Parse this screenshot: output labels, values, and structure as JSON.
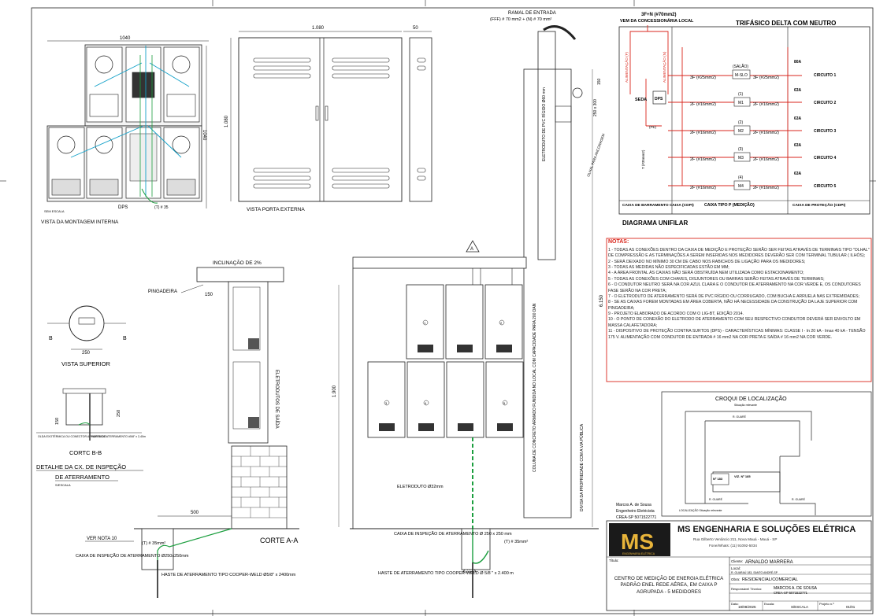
{
  "views": {
    "montagem_interna": {
      "title": "VISTA DA MONTAGEM INTERNA",
      "dim_width": "1040",
      "dim_height": "1040",
      "dps_label": "DPS",
      "ground_label": "(T) # 35",
      "scale": "SEM ESCALA"
    },
    "porta_externa": {
      "title": "VISTA PORTA EXTERNA",
      "dim_width": "1.080",
      "dim_side": "50",
      "dim_height": "1.080"
    },
    "vista_superior": {
      "title": "VISTA SUPERIOR",
      "dim": "250",
      "section_b": "B"
    },
    "corte_bb": {
      "title": "CORTC B-B",
      "note_left": "OLDA EXOTÉRMICA OU CONECTOR APROPRIADO",
      "note_right": "HASTE DE ATERRAMENTO #5/8\" x 2,40m",
      "dim_150": "150",
      "dim_250": "250"
    },
    "detalhe": {
      "title_line1": "DETALHE DA CX. DE INSPEÇÃO",
      "title_line2": "DE ATERRAMENTO",
      "scale": "S/ESCALA"
    },
    "corte_aa": {
      "title": "CORTE A-A",
      "inclinacao": "INCLINAÇÃO DE 2%",
      "pingadeira": "PINGADEIRA",
      "dim_150": "150",
      "eletrodutos": "ELETRODUTOS DE SAÍDA",
      "dim_500": "500",
      "ver_nota": "VER NOTA 10",
      "caixa_inspecao": "CAIXA DE INSPEÇÃO DE ATERRAMENTO Ø250x250mm",
      "ground": "(T) # 35mm²",
      "haste": "HASTE DE ATERRAMENTO TIPO COOPER-WELD Ø5/8\" x 2400mm"
    },
    "fachada": {
      "ramal_title": "RAMAL DE ENTRADA",
      "ramal_spec": "(FFF) # 70 mm2 + (N) # 70 mm²",
      "poste_label": "ELETRODUTO DE PVC RÍGIDO Ø60 mm",
      "coluna_label": "COLUNA DE CONCRETO ARMADO FUNDIDA NO LOCAL COM CAPACIDADE PARA 200 DAN",
      "divisa_label": "DIVISA DA PROPRIEDADE COM A VIA PÚBLICA",
      "olhal_label": "OLHAL PARA ANCORAGEM",
      "dim_150": "150",
      "dim_250": "250 x 300",
      "dim_6150": "6.150",
      "dim_1900": "1.900",
      "eletroduto": "ELETRODUTO Ø32mm",
      "caixa_inspecao": "CAIXA DE INSPEÇÃO DE ATERRAMENTO Ø 250 x 250 mm",
      "ground": "(T) # 35mm²",
      "haste": "HASTE DE ATERRAMENTO TIPO COOPER-WELD Ø 5/8 \" x 2.400 m",
      "section_a": "A",
      "meters": [
        "1",
        "2",
        "3",
        "4",
        "5"
      ]
    },
    "unifilar": {
      "title": "DIAGRAMA UNIFILAR",
      "subtitle": "TRIFÁSICO DELTA COM NEUTRO",
      "entry": "3F+N (#70mm2)",
      "entry_sub": "VEM DA CONCESSIONÁRIA LOCAL",
      "alim1": "ALIMENTAÇÃO (F)",
      "alim2": "ALIMENTAÇÃO (N)",
      "seda": "SEDA",
      "dps": "DPS",
      "pe": "(PE)",
      "terra": "T (#35mm2)",
      "rows": [
        {
          "left": "3F (#25mm2)",
          "meter_tag": "(SALÃO)",
          "meter": "M-SLO",
          "right": "3F (#25mm2)",
          "breaker": "80A",
          "circuit": "CIRCUITO 1"
        },
        {
          "left": "2F (#16mm2)",
          "meter_tag": "(1)",
          "meter": "M1",
          "right": "2F (#16mm2)",
          "breaker": "63A",
          "circuit": "CIRCUITO 2"
        },
        {
          "left": "2F (#16mm2)",
          "meter_tag": "(2)",
          "meter": "M2",
          "right": "2F (#16mm2)",
          "breaker": "63A",
          "circuit": "CIRCUITO 3"
        },
        {
          "left": "2F (#16mm2)",
          "meter_tag": "(3)",
          "meter": "M3",
          "right": "2F (#16mm2)",
          "breaker": "63A",
          "circuit": "CIRCUITO 4"
        },
        {
          "left": "2F (#16mm2)",
          "meter_tag": "(4)",
          "meter": "M4",
          "right": "2F (#16mm2)",
          "breaker": "63A",
          "circuit": "CIRCUITO 5"
        }
      ],
      "footer": [
        "CAIXA DE BARRAMENTO CAIXA (CDPI)",
        "CAIXA TIPO P (MEDIÇÃO)",
        "CAIXA DE PROTEÇÃO (CDPI)"
      ]
    },
    "notes": {
      "title": "NOTAS:",
      "items": [
        "1 - TODAS AS CONEXÕES DENTRO DA CAIXA DE MEDIÇÃO E PROTEÇÃO SERÃO SER FEITAS ATRAVÉS DE TERMINAIS TIPO \"OLHAL\" DE COMPRESSÃO E AS TERMINAÇÕES A SEREM INSERIDAS NOS MEDIDORES DEVERÃO SER COM TERMINAL TUBULAR ( ILHÓS);",
        "2 - SERÁ DEIXADO NO MÍNIMO 30 CM DE CABO NOS RABICHOS DE LIGAÇÃO PARA OS MEDIDORES;",
        "3 - TODAS AS MEDIDAS NÃO ESPECIFICADAS ESTÃO EM MM;",
        "4 - A ÁREA FRONTAL ÀS CAIXAS NÃO SERÁ OBSTRUÍDA NEM UTILIZADA COMO ESTACIONAMENTO;",
        "5 - TODAS AS CONEXÕES COM CHAVES, DISJUNTORES OU BARRAS SERÃO FEITAS ATRAVÉS DE TERMINAIS;",
        "6 - O CONDUTOR NEUTRO SERÁ NA COR AZUL CLARA E O CONDUTOR DE ATERRAMENTO NA COR VERDE E, OS CONDUTORES FASE SERÃO NA COR PRETA;",
        "7 - O ELETRODUTO DE ATERRAMENTO SERÁ DE PVC RÍGIDO OU CORRUGADO, COM BUCHA E ARRUELA NAS EXTREMIDADES;",
        "8 - SE AS CAIXAS FOREM MONTADAS EM ÁREA COBERTA, NÃO HÁ NECESSIDADE DA CONSTRUÇÃO DA LAJE SUPERIOR COM PINGADEIRA;",
        "9 - PROJETO ELABORADO DE ACORDO COM O LIG-BT, EDIÇÃO 2014.",
        "10 - O PONTO DE CONEXÃO DO ELETRODO DE ATERRAMENTO COM SEU RESPECTIVO CONDUTOR DEVERÁ SER ENVOLTO EM MASSA CALAFETADORA;",
        "11 - DISPOSITIVO DE PROTEÇÃO CONTRA SURTOS (DPS) - CARACTERÍSTICAS MÍNIMAS: CLASSE I - In 20 kA - Imax 40 kA - TENSÃO 175 V. ALIMENTAÇÃO COM CONDUTOR DE ENTRADA # 16 mm2 NA COR PRETA E SAÍDA # 16 mm2 NA COR VERDE."
      ]
    },
    "croqui": {
      "title": "CROQUI DE LOCALIZAÇÃO",
      "sub": "Situação relevante",
      "lot1": "Nº 183",
      "lot2": "VIZ. Nº 185",
      "street1": "R. GUARÉ",
      "street2": "R. GUARÉ",
      "street3": "R. GUARÉ",
      "legend": "LOCALIZAÇÃO Situação relevante"
    },
    "signature": {
      "name": "Marcos A. de Sousa",
      "role": "Engenheiro Eletricista",
      "crea": "CREA-SP 5071522771"
    }
  },
  "title_block": {
    "logo_text": "MS",
    "logo_sub": "ENGENHARIA ELÉTRICA",
    "company": "MS ENGENHARIA E SOLUÇÕES ELÉTRICA",
    "address": "Rua Gilberto Venâncio 211, Nova Mauá - Mauá - SP",
    "phone": "Fone/Whats: (11) 91092-5034",
    "title_label": "Título:",
    "title": "CENTRO DE MEDIÇÃO DE ENERGIA ELÉTRICA PADRÃO ENEL REDE AÉREA, EM CAIXA P AGRUPADA - 5 MEDIDORES",
    "cliente_label": "Cliente:",
    "cliente": "ARNALDO MARRERA",
    "local_label": "Local:",
    "local": "R. GUARAÚ 183, SANTO ANDRÉ-SP",
    "obra_label": "Obra:",
    "obra": "RESIDENCIAL/COMERCIAL",
    "resp_label": "Responsável Técnico:",
    "resp": "MARCOS A. DE SOUSA",
    "resp_crea": "CREA-SP 5071522771",
    "data_label": "Data:",
    "data": "18/08/2025",
    "escala_label": "Escala:",
    "escala": "S/ESCALA",
    "projeto_label": "Projeto n.º",
    "projeto": "01/01"
  },
  "colors": {
    "red": "#d9261c",
    "green": "#1b9e3e",
    "cyan": "#12a0c8",
    "line": "#222222"
  }
}
